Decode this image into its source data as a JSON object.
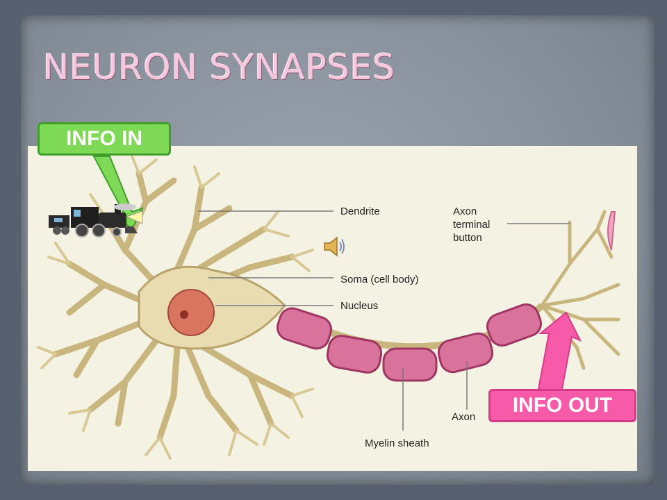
{
  "slide": {
    "title": "NEURON SYNAPSES",
    "info_in": "INFO IN",
    "info_out": "INFO OUT"
  },
  "labels": {
    "dendrite": "Dendrite",
    "axon_terminal_1": "Axon",
    "axon_terminal_2": "terminal",
    "axon_terminal_3": "button",
    "soma": "Soma (cell body)",
    "nucleus": "Nucleus",
    "axon": "Axon",
    "myelin": "Myelin sheath"
  },
  "icons": {
    "train": "steam-train-icon",
    "sound": "speaker-icon"
  },
  "colors": {
    "info_in": "#7ed957",
    "info_out": "#f75aa8",
    "title": "#f6c6dd",
    "cell": "#e8dcb0",
    "myelin": "#d9739c"
  }
}
